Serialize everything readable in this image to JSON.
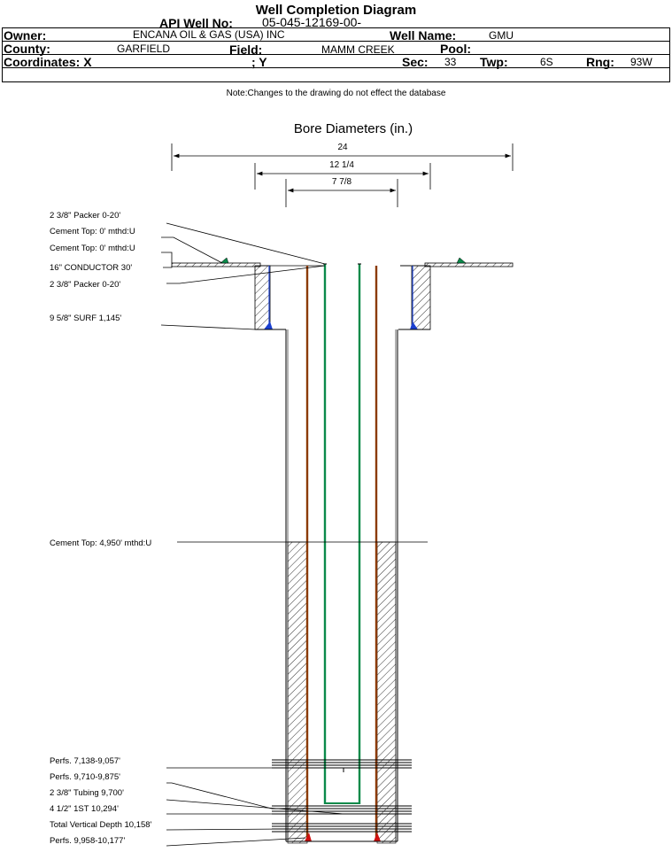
{
  "header": {
    "title": "Well Completion Diagram",
    "api_label": "API Well No:",
    "api_value": "05-045-12169-00-",
    "owner_label": "Owner:",
    "owner_value": "ENCANA OIL & GAS (USA) INC",
    "well_name_label": "Well Name:",
    "well_name_value": "GMU",
    "county_label": "County:",
    "county_value": "GARFIELD",
    "field_label": "Field:",
    "field_value": "MAMM CREEK",
    "pool_label": "Pool:",
    "coord_label": "Coordinates: X",
    "coord_y_label": "; Y",
    "sec_label": "Sec:",
    "sec_value": "33",
    "twp_label": "Twp:",
    "twp_value": "6S",
    "rng_label": "Rng:",
    "rng_value": "93W",
    "note": "Note:Changes to the drawing do not effect the database"
  },
  "diagram": {
    "bore_title": "Bore Diameters (in.)",
    "diameters": [
      "24",
      "12 1/4",
      "7 7/8"
    ],
    "labels": [
      "2 3/8\" Packer 0-20'",
      "Cement Top: 0' mthd:U",
      "Cement Top: 0' mthd:U",
      "16\" CONDUCTOR  30'",
      "2 3/8\" Packer 0-20'",
      "9 5/8\" SURF      1,145'",
      "Cement Top: 4,950' mthd:U",
      "Perfs. 7,138-9,057'",
      "Perfs. 9,710-9,875'",
      "2 3/8\" Tubing 9,700'",
      "4 1/2\" 1ST       10,294'",
      "Total Vertical Depth 10,158'",
      "Perfs. 9,958-10,177'"
    ]
  },
  "colors": {
    "tubing": "#0a8a4a",
    "casing": "#8b3a00",
    "cement_mark": "#1a3fd0",
    "perf_mark": "#d01010"
  }
}
